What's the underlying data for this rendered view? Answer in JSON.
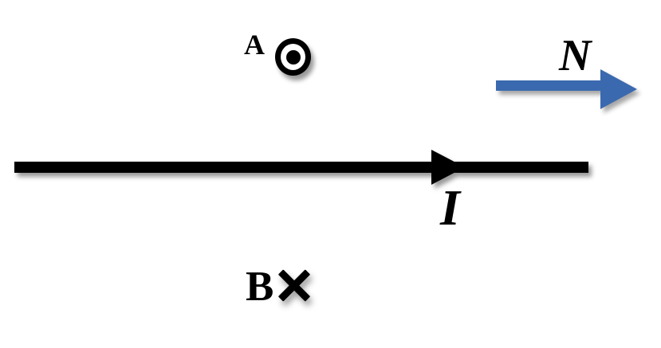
{
  "diagram": {
    "title_hint": "magnetic field around a straight current-carrying wire",
    "points": {
      "a": {
        "label": "A",
        "symbol": "field-out-of-page",
        "symbol_glyph": "⊙"
      },
      "b": {
        "label": "B",
        "symbol": "field-into-page",
        "symbol_glyph": "×"
      }
    },
    "current": {
      "label": "I",
      "direction": "right"
    },
    "north": {
      "label": "N",
      "direction": "right"
    },
    "colors": {
      "wire": "#000000",
      "north_arrow": "#3B69AF",
      "text": "#000000",
      "shadow": "rgba(0,0,0,0.38)",
      "background": "#ffffff"
    }
  }
}
